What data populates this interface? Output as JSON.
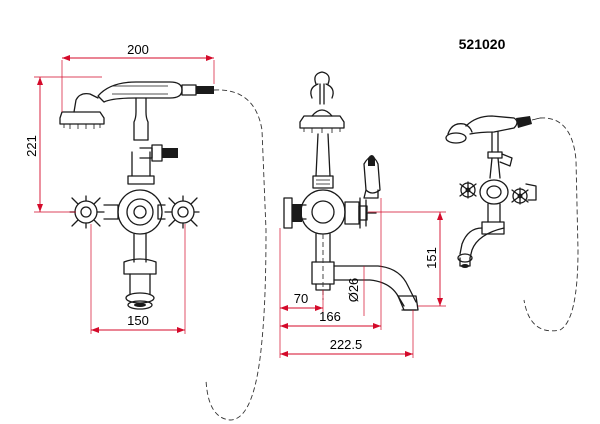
{
  "product_code": "521020",
  "dimensions": {
    "handshower_width": "200",
    "overall_height": "221",
    "inlet_centers": "150",
    "outlet_height": "151",
    "body_depth": "70",
    "pipe_diameter": "Ø26",
    "spout_reach": "166",
    "overall_projection": "222.5"
  }
}
